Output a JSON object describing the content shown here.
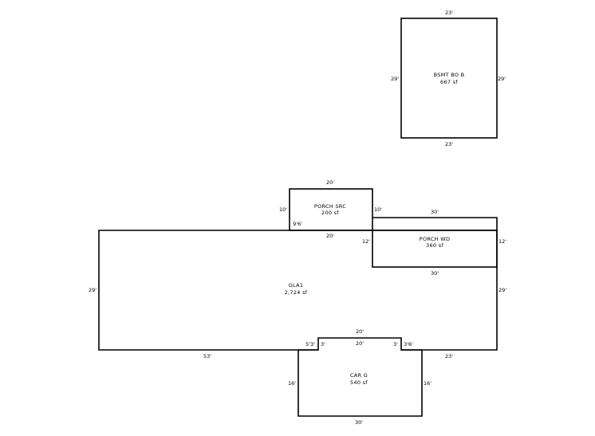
{
  "areas": {
    "bsmt": {
      "name": "BSMT BO B",
      "size": "667 sf"
    },
    "porch_src": {
      "name": "PORCH SRC",
      "size": "200 sf"
    },
    "porch_wd": {
      "name": "PORCH WD",
      "size": "360 sf"
    },
    "gla": {
      "name": "GLA1",
      "size": "2,724 sf"
    },
    "garage": {
      "name": "CAR G",
      "size": "540 sf"
    }
  },
  "dimensions": {
    "bsmt_top": "23'",
    "bsmt_bottom": "23'",
    "bsmt_left": "29'",
    "bsmt_right": "29'",
    "porch_src_top": "20'",
    "porch_src_bottom": "20'",
    "porch_src_left": "10'",
    "porch_src_right": "10'",
    "porch_src_corner": "9'6'",
    "porch_wd_top": "30'",
    "porch_wd_bottom": "30'",
    "porch_wd_left": "12'",
    "porch_wd_right": "12'",
    "gla_left": "29'",
    "gla_right": "29'",
    "gla_bottom_left": "53'",
    "gla_bottom_right": "23'",
    "notch_top": "20'",
    "notch_inner": "20'",
    "notch_left_step": "5'3'",
    "notch_left_jog": "3'",
    "notch_right_jog": "3'",
    "notch_right_step": "3'6'",
    "garage_left": "16'",
    "garage_right": "16'",
    "garage_bottom": "30'"
  }
}
